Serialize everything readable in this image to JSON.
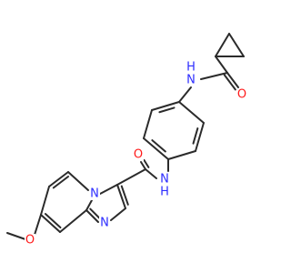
{
  "colors": {
    "bond": "#2b2b2b",
    "carbon": "#2b2b2b",
    "nitrogen": "#2d2dff",
    "oxygen": "#ff1a1a"
  },
  "molecule": {
    "atoms": [
      {
        "id": "o-amide-top",
        "element": "O",
        "label": "O"
      },
      {
        "id": "n-amide-top",
        "element": "N",
        "label": "H N",
        "label_lines": [
          "H",
          "N"
        ]
      },
      {
        "id": "n-amide-mid",
        "element": "N",
        "label": "N H",
        "label_lines": [
          "N",
          "H"
        ]
      },
      {
        "id": "o-amide-mid",
        "element": "O",
        "label": "O"
      },
      {
        "id": "n-ring-bridge",
        "element": "N",
        "label": "N"
      },
      {
        "id": "n-ring-imidazole",
        "element": "N",
        "label": "N"
      },
      {
        "id": "o-methoxy",
        "element": "O",
        "label": "O"
      }
    ]
  }
}
